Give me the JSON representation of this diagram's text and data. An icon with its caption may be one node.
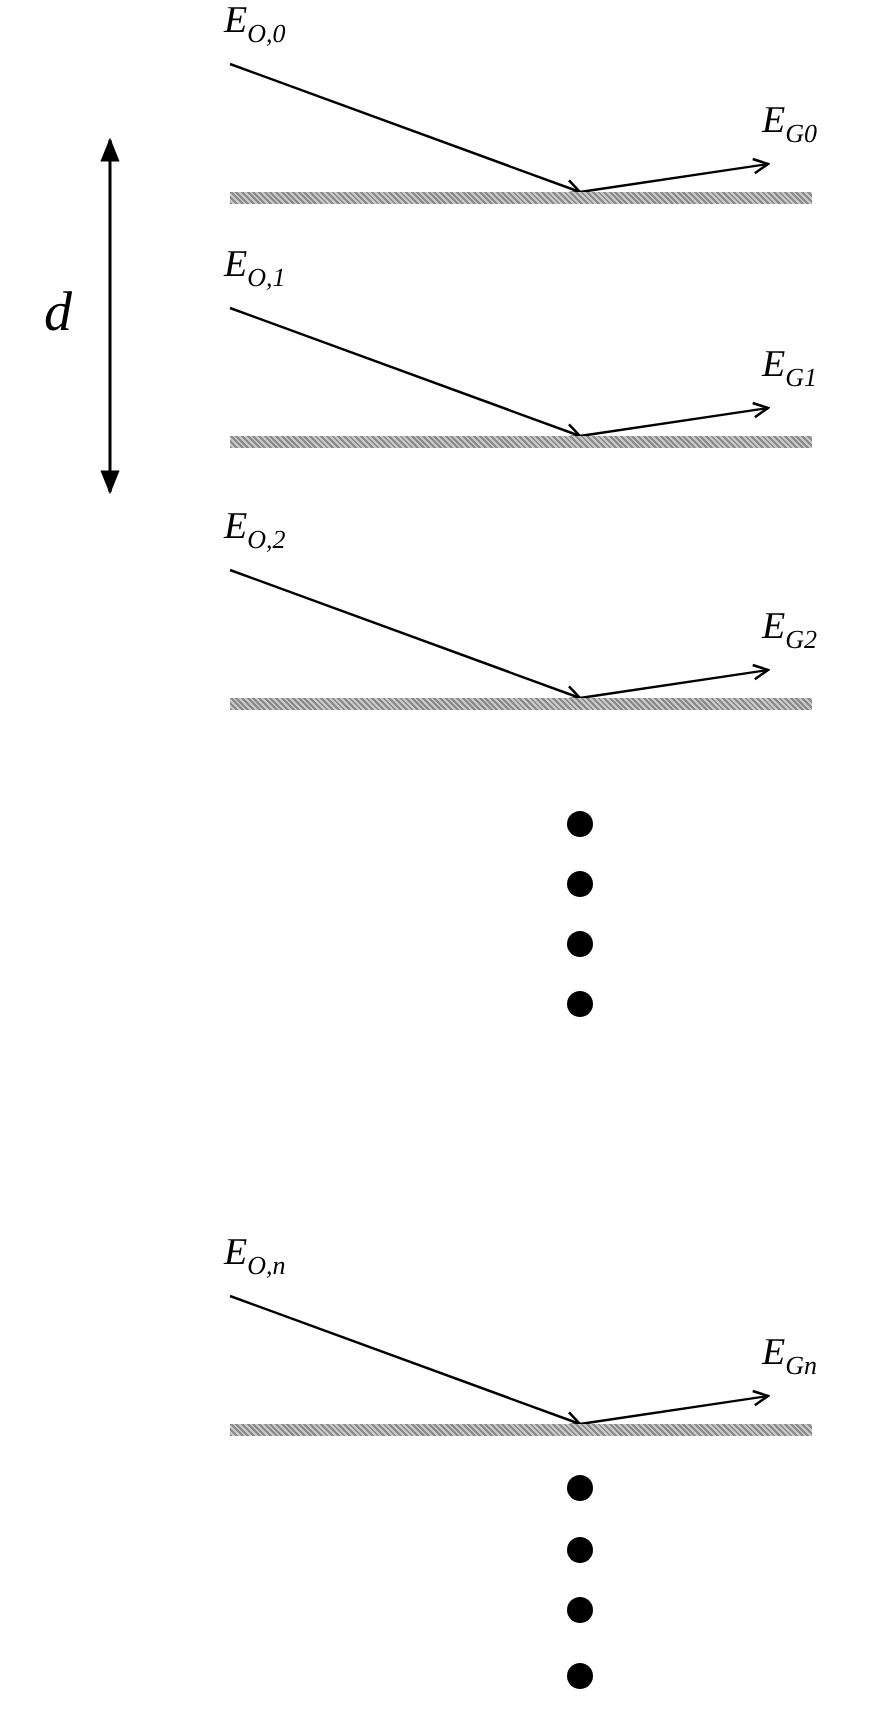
{
  "diagram": {
    "nodes": [
      {
        "text": [
          "E$_{O,0}$"
        ]
      },
      {
        "text": [
          "E$_{G0}$"
        ]
      },
      {
        "text": [],
        "shape": "bar"
      },
      {
        "text": [
          "E$_{O,1}$"
        ]
      },
      {
        "text": [
          "E$_{G1}$"
        ]
      },
      {
        "text": [],
        "shape": "bar"
      },
      {
        "text": [
          "E$_{O,2}$"
        ]
      },
      {
        "text": [
          "E$_{G2}$"
        ]
      },
      {
        "text": [],
        "shape": "bar"
      },
      {
        "text": [
          "E$_{O,n}$"
        ]
      },
      {
        "text": [
          "E$_{Gn}$"
        ]
      },
      {
        "text": [],
        "shape": "bar"
      }
    ],
    "edges": [
      {
        "from": 0,
        "to": 2,
        "arrow": "to"
      },
      {
        "from": 2,
        "to": 1,
        "arrow": "to"
      },
      {
        "from": 3,
        "to": 5,
        "arrow": "to"
      },
      {
        "from": 5,
        "to": 4,
        "arrow": "to"
      },
      {
        "from": 6,
        "to": 8,
        "arrow": "to"
      },
      {
        "from": 8,
        "to": 7,
        "arrow": "to"
      },
      {
        "from": 9,
        "to": 11,
        "arrow": "to"
      },
      {
        "from": 11,
        "to": 10,
        "arrow": "to"
      }
    ],
    "labels": [
      "d"
    ]
  }
}
